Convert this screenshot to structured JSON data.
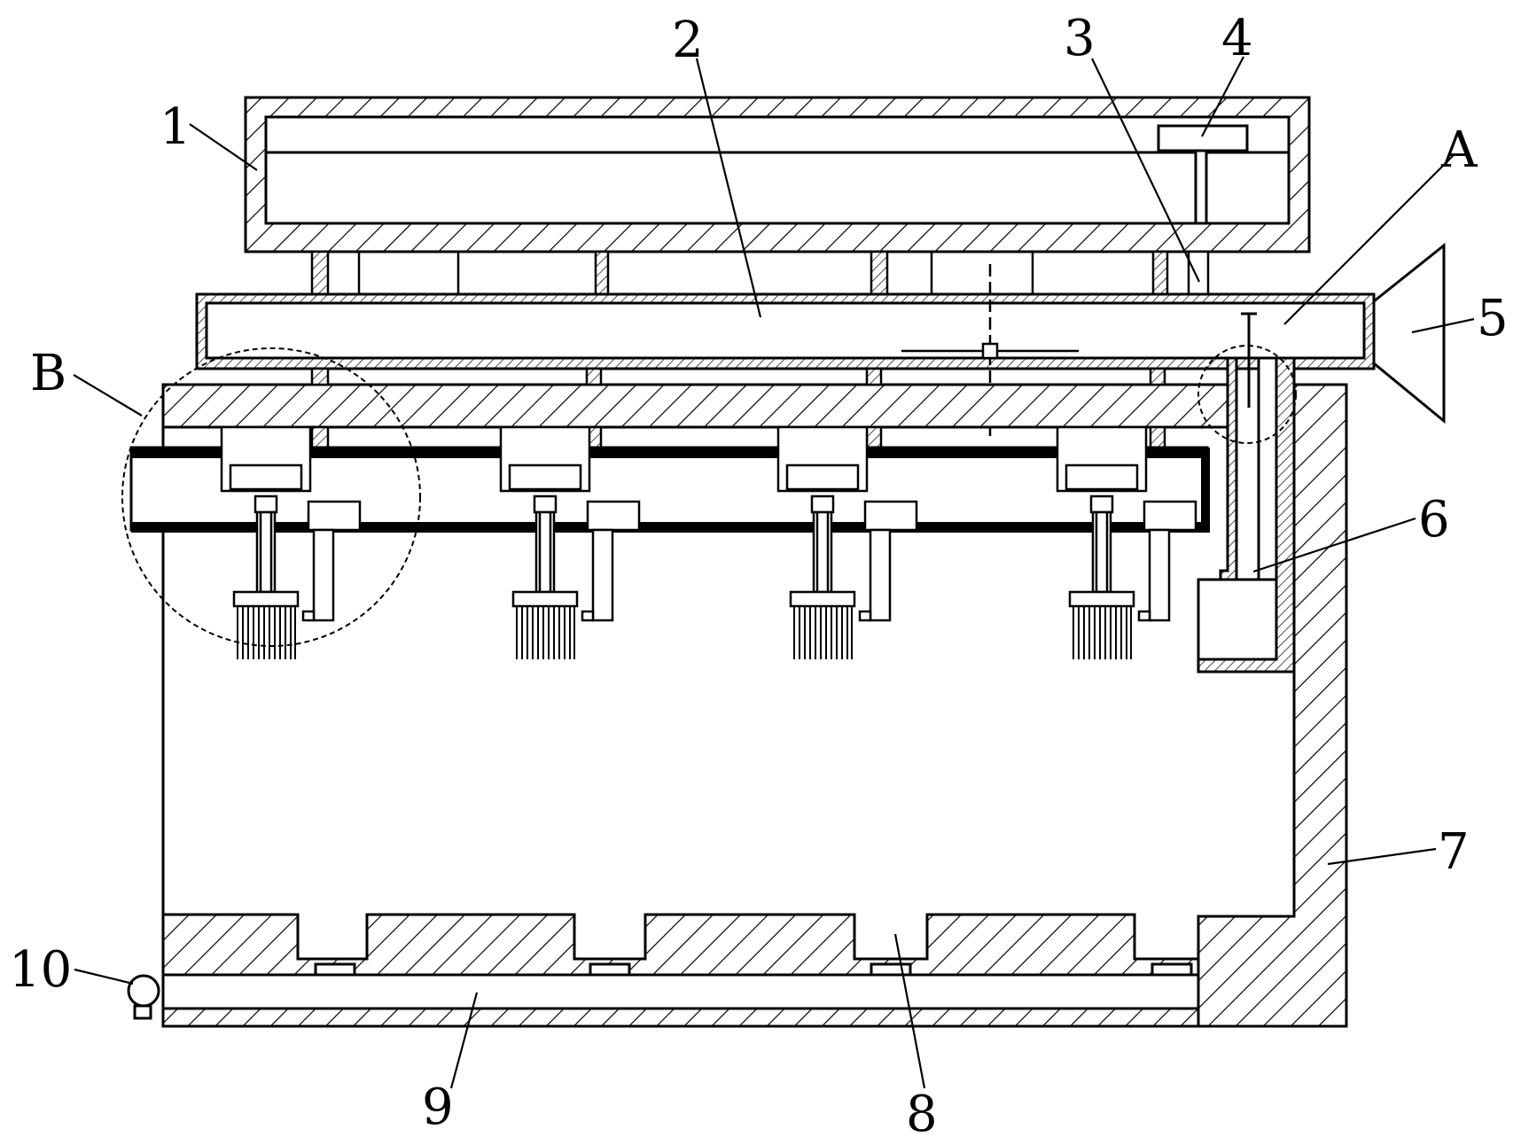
{
  "figure": {
    "labels": {
      "l1": "1",
      "l2": "2",
      "l3": "3",
      "l4": "4",
      "l5": "5",
      "l6": "6",
      "l7": "7",
      "l8": "8",
      "l9": "9",
      "l10": "10",
      "lA": "A",
      "lB": "B"
    },
    "colors": {
      "line": "#000000",
      "background": "#ffffff"
    }
  }
}
